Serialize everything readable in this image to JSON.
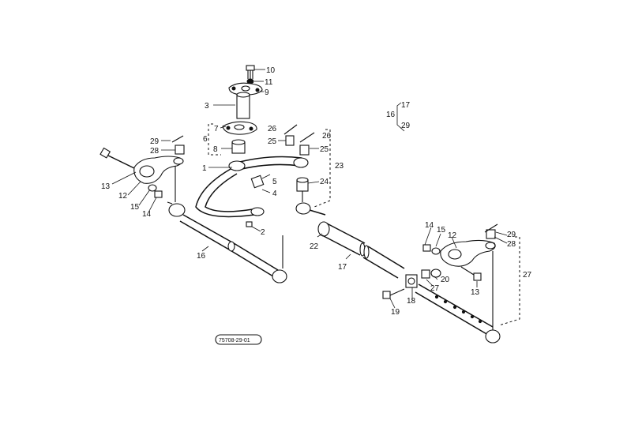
{
  "diagram": {
    "drawing_code": "75708-29-01",
    "callouts": [
      {
        "id": "c10",
        "text": "10"
      },
      {
        "id": "c11",
        "text": "11"
      },
      {
        "id": "c9",
        "text": "9"
      },
      {
        "id": "c3",
        "text": "3"
      },
      {
        "id": "c7",
        "text": "7"
      },
      {
        "id": "c6",
        "text": "6"
      },
      {
        "id": "c8",
        "text": "8"
      },
      {
        "id": "c26a",
        "text": "26"
      },
      {
        "id": "c26b",
        "text": "26"
      },
      {
        "id": "c25a",
        "text": "25"
      },
      {
        "id": "c25b",
        "text": "25"
      },
      {
        "id": "c23",
        "text": "23"
      },
      {
        "id": "c24",
        "text": "24"
      },
      {
        "id": "c16",
        "text": "16"
      },
      {
        "id": "c17top",
        "text": "17"
      },
      {
        "id": "c29top",
        "text": "29"
      },
      {
        "id": "c29l",
        "text": "29"
      },
      {
        "id": "c28l",
        "text": "28"
      },
      {
        "id": "c13l",
        "text": "13"
      },
      {
        "id": "c12l",
        "text": "12"
      },
      {
        "id": "c15l",
        "text": "15"
      },
      {
        "id": "c14l",
        "text": "14"
      },
      {
        "id": "c1",
        "text": "1"
      },
      {
        "id": "c5",
        "text": "5"
      },
      {
        "id": "c4",
        "text": "4"
      },
      {
        "id": "c2",
        "text": "2"
      },
      {
        "id": "c16b",
        "text": "16"
      },
      {
        "id": "c22",
        "text": "22"
      },
      {
        "id": "c17b",
        "text": "17"
      },
      {
        "id": "c14r",
        "text": "14"
      },
      {
        "id": "c15r",
        "text": "15"
      },
      {
        "id": "c12r",
        "text": "12"
      },
      {
        "id": "c29r",
        "text": "29"
      },
      {
        "id": "c28r",
        "text": "28"
      },
      {
        "id": "c27a",
        "text": "27"
      },
      {
        "id": "c27b",
        "text": "27"
      },
      {
        "id": "c20",
        "text": "20"
      },
      {
        "id": "c13r",
        "text": "13"
      },
      {
        "id": "c18",
        "text": "18"
      },
      {
        "id": "c19",
        "text": "19"
      }
    ]
  }
}
